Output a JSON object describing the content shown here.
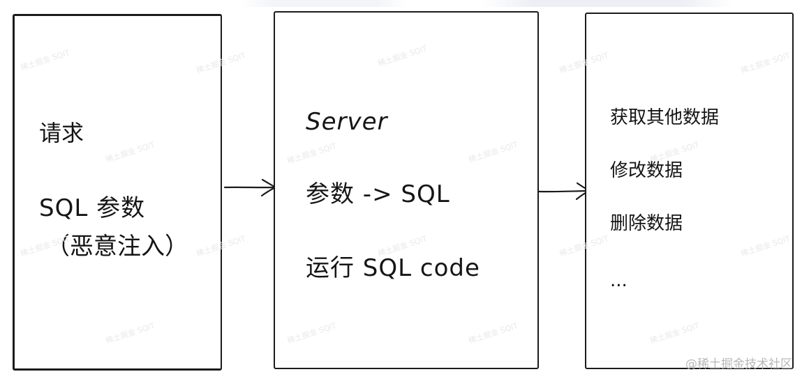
{
  "request_box": {
    "line1": "请求",
    "line2": "SQL 参数",
    "line3": "（恶意注入）"
  },
  "server_box": {
    "title": "Server",
    "line1": "参数 -> SQL",
    "line2": "运行 SQL code"
  },
  "results_box": {
    "items": [
      "获取其他数据",
      "修改数据",
      "删除数据",
      "..."
    ]
  },
  "watermark_text": "稀土掘金 SQIT",
  "site_watermark": "@稀土掘金技术社区"
}
